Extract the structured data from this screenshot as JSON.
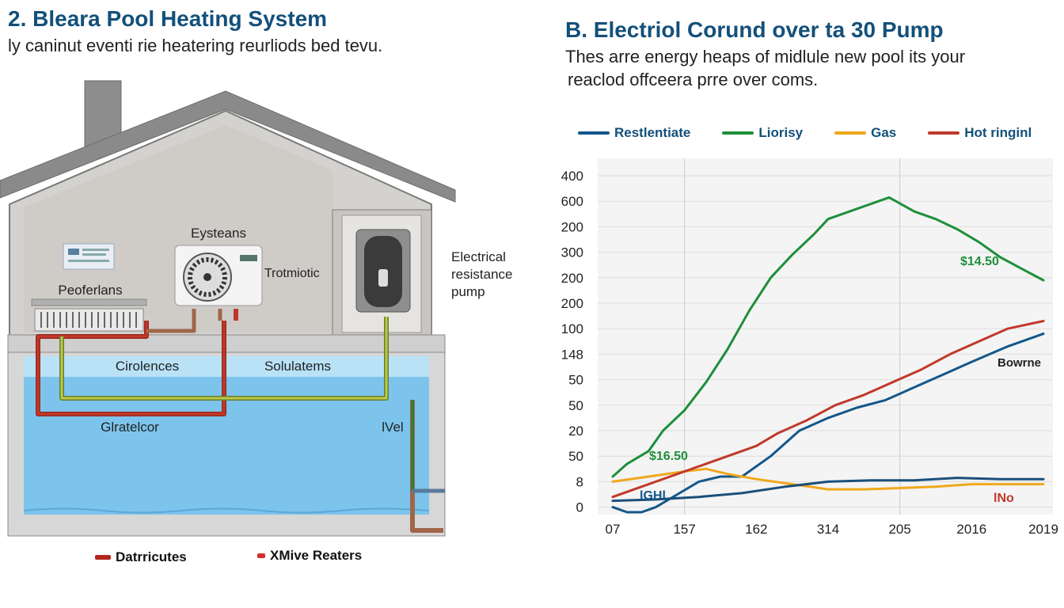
{
  "left": {
    "title": "2. Bleara Pool Heating System",
    "subtitle": "ly caninut eventi rie heatering reurliods bed tevu.",
    "labels": {
      "eysteans": "Eysteans",
      "peoferlans": "Peoferlans",
      "trotmiotic": "Trotmiotic",
      "electrical": "Electrical",
      "resistance": "resistance",
      "pump": "pump",
      "cirolences": "Cirolences",
      "solulatems": "Solulatems",
      "glratelcor": "Glratelcor",
      "ivel": "lVel"
    },
    "legend": [
      {
        "label": "Datrricutes",
        "color": "#b3261e"
      },
      {
        "label": "XMive Reaters",
        "color": "#d62c2c"
      }
    ]
  },
  "right": {
    "title": "B. Electriol Corund over ta 30 Pump",
    "subtitle_line1": "Thes arre energy heaps of midlule new pool its your",
    "subtitle_line2": "reaclod offceera prre over coms."
  },
  "chart_data": {
    "type": "line",
    "title": "",
    "xlabel": "",
    "ylabel": "",
    "x_tick_labels": [
      "07",
      "157",
      "162",
      "314",
      "205",
      "2016",
      "2019"
    ],
    "y_tick_labels": [
      "400",
      "600",
      "200",
      "300",
      "200",
      "200",
      "100",
      "148",
      "50",
      "50",
      "20",
      "50",
      "8",
      "0"
    ],
    "grid": true,
    "legend_position": "top",
    "series": [
      {
        "name": "Restlentiate",
        "color": "#14578a",
        "values": [
          [
            0.0,
            13.0
          ],
          [
            0.2,
            13.2
          ],
          [
            0.4,
            13.2
          ],
          [
            0.6,
            13.0
          ],
          [
            0.9,
            12.5
          ],
          [
            1.2,
            12.0
          ],
          [
            1.5,
            11.8
          ],
          [
            1.8,
            11.8
          ],
          [
            2.2,
            11.0
          ],
          [
            2.6,
            10.0
          ],
          [
            3.0,
            9.5
          ],
          [
            3.4,
            9.1
          ],
          [
            3.8,
            8.8
          ],
          [
            4.2,
            8.3
          ],
          [
            4.6,
            7.8
          ],
          [
            5.0,
            7.3
          ],
          [
            5.5,
            6.7
          ],
          [
            6.0,
            6.2
          ]
        ]
      },
      {
        "name": "Liorisy",
        "color": "#1f8f3a",
        "values": [
          [
            0.0,
            11.8
          ],
          [
            0.2,
            11.3
          ],
          [
            0.5,
            10.8
          ],
          [
            0.7,
            10.0
          ],
          [
            1.0,
            9.2
          ],
          [
            1.3,
            8.1
          ],
          [
            1.6,
            6.8
          ],
          [
            1.9,
            5.3
          ],
          [
            2.2,
            4.0
          ],
          [
            2.5,
            3.1
          ],
          [
            2.8,
            2.3
          ],
          [
            3.0,
            1.7
          ],
          [
            3.3,
            1.4
          ],
          [
            3.7,
            1.0
          ],
          [
            3.85,
            0.85
          ],
          [
            4.2,
            1.4
          ],
          [
            4.5,
            1.7
          ],
          [
            4.8,
            2.1
          ],
          [
            5.1,
            2.6
          ],
          [
            5.4,
            3.2
          ],
          [
            5.8,
            3.8
          ],
          [
            6.0,
            4.1
          ]
        ]
      },
      {
        "name": "Gas",
        "color": "#f0a81c",
        "values": [
          [
            0.0,
            12.0
          ],
          [
            0.5,
            11.8
          ],
          [
            1.0,
            11.6
          ],
          [
            1.3,
            11.5
          ],
          [
            1.6,
            11.7
          ],
          [
            2.0,
            11.9
          ],
          [
            2.5,
            12.1
          ],
          [
            3.0,
            12.3
          ],
          [
            3.5,
            12.3
          ],
          [
            4.0,
            12.25
          ],
          [
            4.5,
            12.2
          ],
          [
            5.0,
            12.1
          ],
          [
            5.5,
            12.1
          ],
          [
            6.0,
            12.1
          ]
        ]
      },
      {
        "name": "Hot ringinl",
        "color": "#c0392b",
        "values": [
          [
            0.0,
            12.6
          ],
          [
            0.4,
            12.2
          ],
          [
            0.8,
            11.8
          ],
          [
            1.2,
            11.4
          ],
          [
            1.6,
            11.0
          ],
          [
            2.0,
            10.6
          ],
          [
            2.3,
            10.1
          ],
          [
            2.7,
            9.6
          ],
          [
            3.1,
            9.0
          ],
          [
            3.5,
            8.6
          ],
          [
            3.9,
            8.1
          ],
          [
            4.3,
            7.6
          ],
          [
            4.7,
            7.0
          ],
          [
            5.1,
            6.5
          ],
          [
            5.5,
            6.0
          ],
          [
            6.0,
            5.7
          ]
        ]
      },
      {
        "name": "",
        "color": "#1a4f7a",
        "values": [
          [
            0.0,
            12.75
          ],
          [
            0.6,
            12.7
          ],
          [
            1.2,
            12.6
          ],
          [
            1.8,
            12.45
          ],
          [
            2.4,
            12.2
          ],
          [
            3.0,
            12.0
          ],
          [
            3.6,
            11.95
          ],
          [
            4.2,
            11.95
          ],
          [
            4.8,
            11.85
          ],
          [
            5.4,
            11.9
          ],
          [
            6.0,
            11.9
          ]
        ]
      }
    ],
    "annotations": [
      {
        "text": "$14.50",
        "color": "#1f8f3a"
      },
      {
        "text": "$16.50",
        "color": "#1f8f3a"
      },
      {
        "text": "Bowrne",
        "color": "#222222"
      },
      {
        "text": "lGHl",
        "color": "#14578a"
      },
      {
        "text": "lNo",
        "color": "#c0392b"
      }
    ]
  }
}
